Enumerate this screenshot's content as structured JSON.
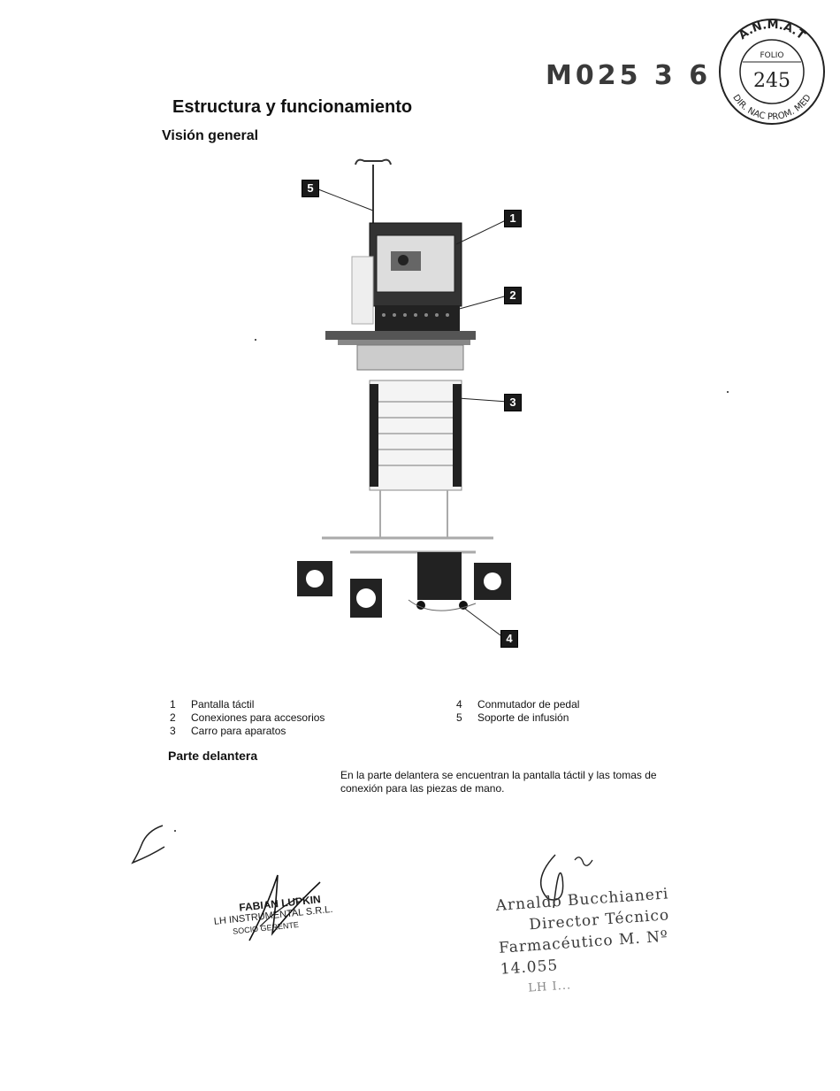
{
  "stamp_number": "M025 3 6",
  "seal": {
    "top_text": "A.N.M.A.T",
    "folio_label": "FOLIO",
    "folio_number": "245",
    "bottom_text": "DIR. NAC PROM. MED"
  },
  "title": "Estructura y funcionamiento",
  "subtitle": "Visión general",
  "figure": {
    "labels": [
      "1",
      "2",
      "3",
      "4",
      "5"
    ]
  },
  "legend": [
    {
      "num": "1",
      "text": "Pantalla táctil"
    },
    {
      "num": "2",
      "text": "Conexiones para accesorios"
    },
    {
      "num": "3",
      "text": "Carro para aparatos"
    },
    {
      "num": "4",
      "text": "Conmutador de pedal"
    },
    {
      "num": "5",
      "text": "Soporte de infusión"
    }
  ],
  "section_front": "Parte delantera",
  "front_text": "En la parte delantera se encuentran la pantalla táctil y las tomas de conexión para las piezas de mano.",
  "signature_left": {
    "name": "FABIAN LUPKIN",
    "company": "LH INSTRUMENTAL S.R.L.",
    "role": "SOCIO GERENTE"
  },
  "signature_right": {
    "name": "Arnaldo Bucchianeri",
    "role": "Director Técnico",
    "license": "Farmacéutico M. Nº 14.055",
    "extra": "LH I..."
  }
}
